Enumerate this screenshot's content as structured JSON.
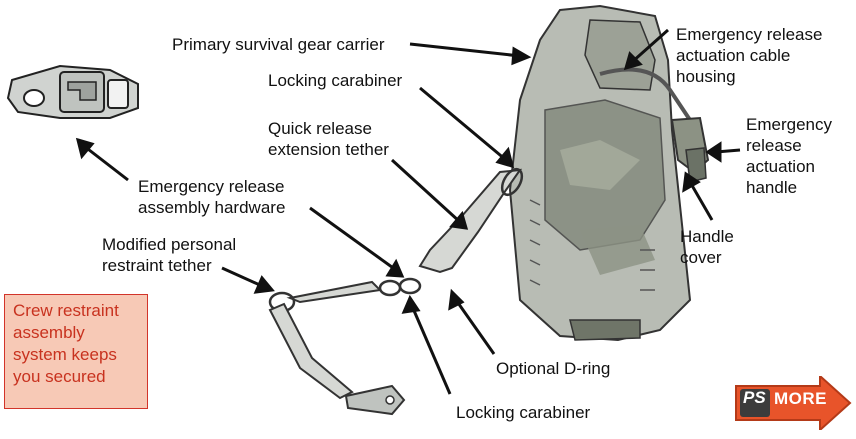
{
  "labels": {
    "primary_carrier": "Primary survival gear carrier",
    "locking_carabiner_top": "Locking carabiner",
    "quick_release": [
      "Quick release",
      "extension tether"
    ],
    "emergency_hardware": [
      "Emergency release",
      "assembly hardware"
    ],
    "personal_tether": [
      "Modified personal",
      "restraint tether"
    ],
    "cable_housing": [
      "Emergency release",
      "actuation cable",
      "housing"
    ],
    "actuation_handle": [
      "Emergency",
      "release",
      "actuation",
      "handle"
    ],
    "handle_cover": [
      "Handle",
      "cover"
    ],
    "d_ring": "Optional D-ring",
    "locking_carabiner_bottom": "Locking carabiner"
  },
  "callout": [
    "Crew restraint",
    "assembly",
    "system keeps",
    "you secured"
  ],
  "badge": {
    "ps": "PS",
    "more": "MORE",
    "color": "#e8542a"
  },
  "colors": {
    "callout_bg": "#f7c9b6",
    "callout_border": "#d2342a",
    "callout_text": "#c8321f",
    "carrier_fill": "#b8bcb4",
    "camo_dark": "#7e8577"
  }
}
